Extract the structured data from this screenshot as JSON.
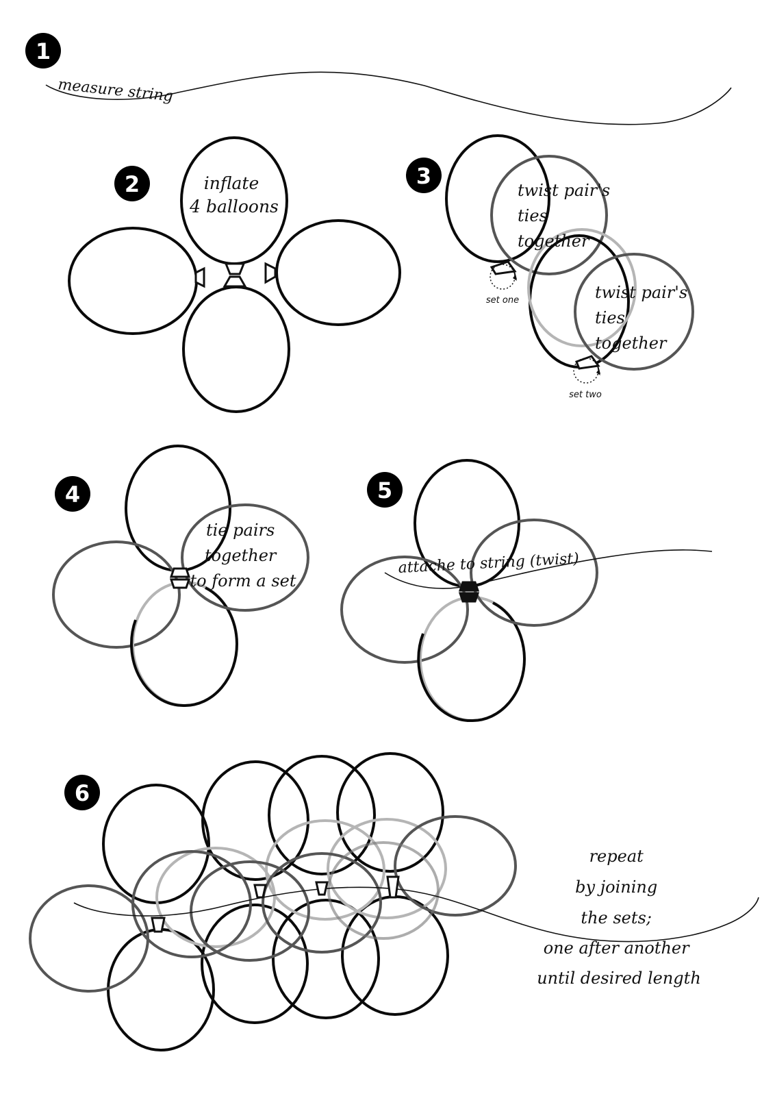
{
  "steps": [
    {
      "number": "1",
      "label": "measure string"
    },
    {
      "number": "2",
      "label_lines": [
        "inflate",
        "4 balloons"
      ]
    },
    {
      "number": "3",
      "label_a_lines": [
        "twist pair's",
        "ties",
        "together"
      ],
      "label_b_lines": [
        "twist pair's",
        "ties",
        "together"
      ],
      "caption_a": "set one",
      "caption_b": "set two"
    },
    {
      "number": "4",
      "label_lines": [
        "tie pairs",
        "together",
        "to form a set"
      ]
    },
    {
      "number": "5",
      "label": "attache to string (twist)"
    },
    {
      "number": "6",
      "label_lines": [
        "repeat",
        "by joining",
        "the sets;",
        "one after another",
        "until desired length"
      ]
    }
  ],
  "colors": {
    "ink": "#0a0a0a",
    "mid_gray": "#555555",
    "light_gray": "#b5b5b5",
    "background": "#ffffff"
  }
}
